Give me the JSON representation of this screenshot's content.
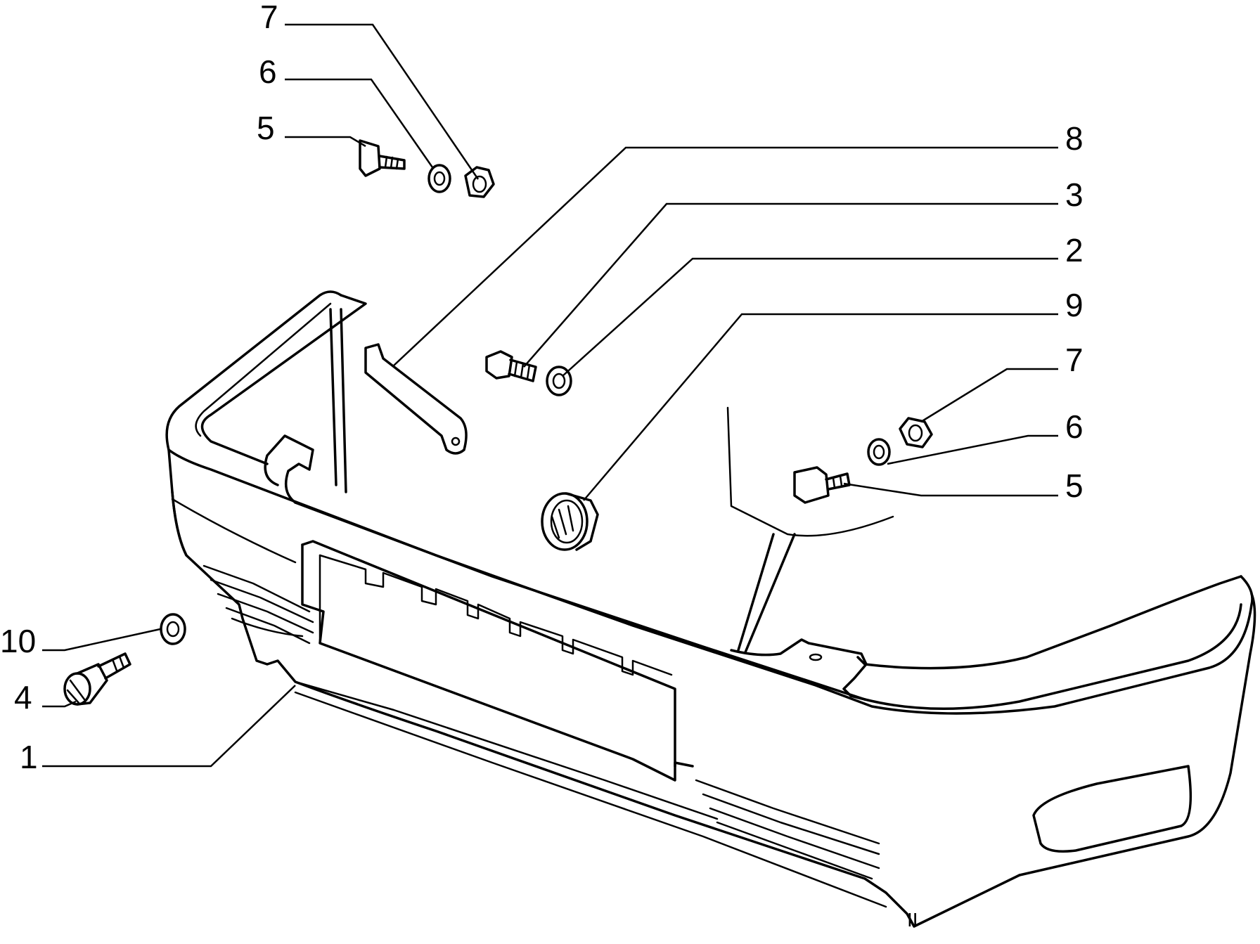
{
  "diagram": {
    "callouts": [
      {
        "id": "c7a",
        "label": "7"
      },
      {
        "id": "c6a",
        "label": "6"
      },
      {
        "id": "c5a",
        "label": "5"
      },
      {
        "id": "c8",
        "label": "8"
      },
      {
        "id": "c3",
        "label": "3"
      },
      {
        "id": "c2",
        "label": "2"
      },
      {
        "id": "c9",
        "label": "9"
      },
      {
        "id": "c7b",
        "label": "7"
      },
      {
        "id": "c6b",
        "label": "6"
      },
      {
        "id": "c5b",
        "label": "5"
      },
      {
        "id": "c10",
        "label": "10"
      },
      {
        "id": "c4",
        "label": "4"
      },
      {
        "id": "c1",
        "label": "1"
      }
    ],
    "part_mark": "II"
  }
}
